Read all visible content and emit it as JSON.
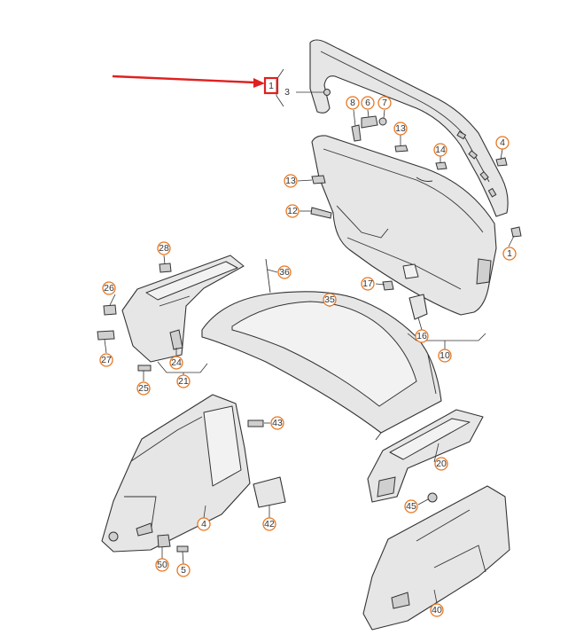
{
  "callouts": {
    "c1": "1",
    "c3": "3",
    "c4": "4",
    "c4b": "4",
    "c5": "5",
    "c6": "6",
    "c7": "7",
    "c8": "8",
    "c10": "10",
    "c12": "12",
    "c13": "13",
    "c13b": "13",
    "c14": "14",
    "c16": "16",
    "c17": "17",
    "c20": "20",
    "c21": "21",
    "c24": "24",
    "c25": "25",
    "c26": "26",
    "c27": "27",
    "c28": "28",
    "c35": "35",
    "c36": "36",
    "c40": "40",
    "c42": "42",
    "c43": "43",
    "c45": "45",
    "c50": "50"
  },
  "highlight": {
    "color": "#e02020"
  },
  "accent": "#e87722"
}
